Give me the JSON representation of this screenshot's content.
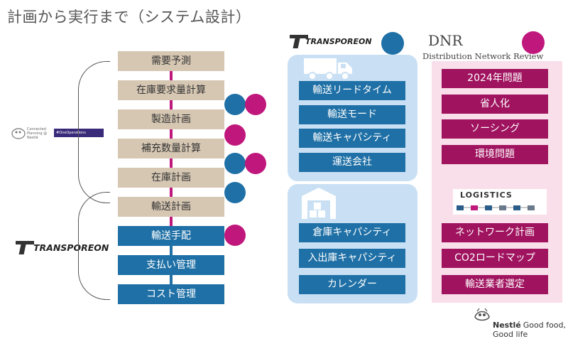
{
  "title": "計画から実行まで（システム設計）",
  "steps": [
    {
      "label": "需要予測"
    },
    {
      "label": "在庫要求量計算"
    },
    {
      "label": "製造計画"
    },
    {
      "label": "補充数量計算"
    },
    {
      "label": "在庫計画"
    },
    {
      "label": "輸送計画"
    },
    {
      "label": "輸送手配"
    },
    {
      "label": "支払い管理"
    },
    {
      "label": "コスト管理"
    }
  ],
  "left_logo": {
    "brand": "TRANSPOREON"
  },
  "connected_planning": {
    "text": "Connected Planning @ Nestlé",
    "badge": "#OneOperations"
  },
  "transporeon_panel": {
    "brand": "TRANSPOREON",
    "top_items": [
      "輸送リードタイム",
      "輸送モード",
      "輸送キャパシティ",
      "運送会社"
    ],
    "bottom_items": [
      "倉庫キャパシティ",
      "入出庫キャパシティ",
      "カレンダー"
    ]
  },
  "dnr_panel": {
    "title": "DNR",
    "subtitle": "Distribution Network Review",
    "top_items": [
      "2024年問題",
      "省人化",
      "ソーシング",
      "環境問題"
    ],
    "logistics_label": "LOGISTICS",
    "bottom_items": [
      "ネットワーク計画",
      "CO2ロードマップ",
      "輸送業者選定"
    ]
  },
  "footer": {
    "brand": "Nestlé",
    "tagline": "Good food, Good life"
  },
  "colors": {
    "blue": "#1f70a6",
    "magenta": "#c0177c",
    "beige": "#d6c7b3",
    "light_blue": "#c9e0f4",
    "light_pink": "#f8dfea"
  }
}
